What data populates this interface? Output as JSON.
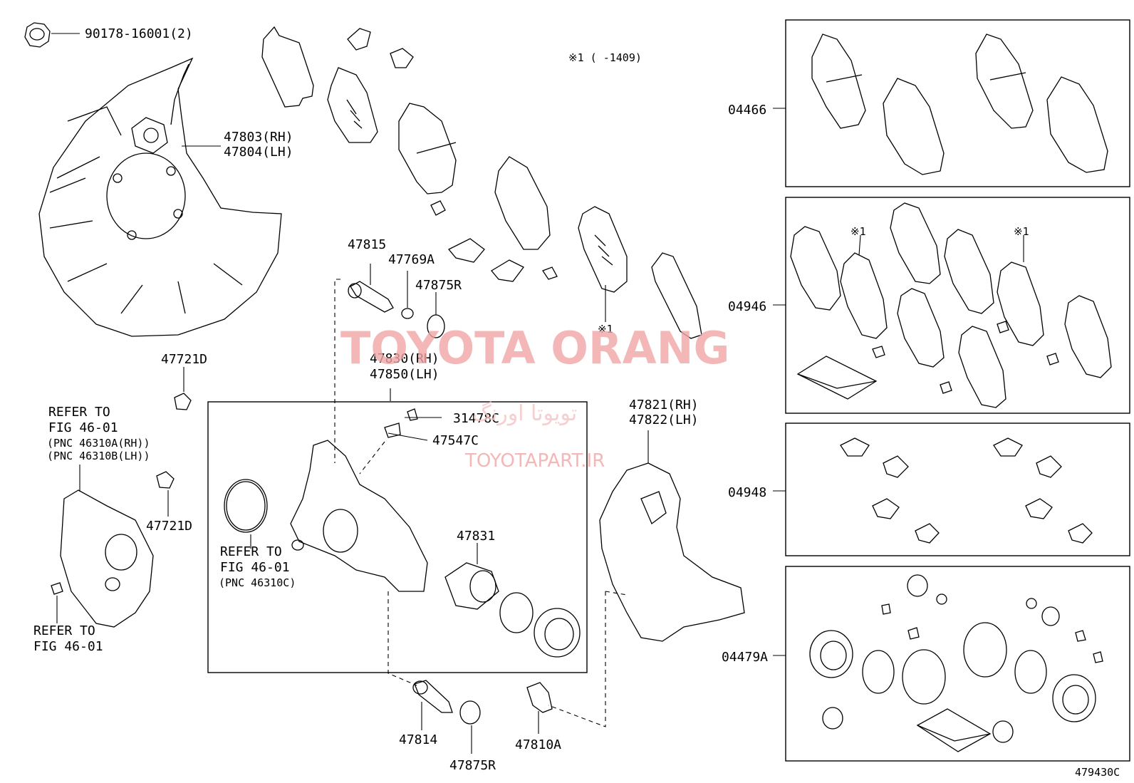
{
  "diagram": {
    "figure_code": "479430C",
    "note": "※1 (      -1409)",
    "kit_marks": [
      "※1",
      "※1",
      "※1"
    ],
    "part_numbers": {
      "nut": "90178-16001(2)",
      "dust_cover_rh": "47803(RH)",
      "dust_cover_lh": "47804(LH)",
      "pin_upper": "47815",
      "bush_upper": "47769A",
      "boot_upper": "47875R",
      "cylinder_rh": "47830(RH)",
      "cylinder_lh": "47850(LH)",
      "bleeder_cap": "31478C",
      "bleeder_plug": "47547C",
      "bolt_a": "47721D",
      "bolt_b": "47721D",
      "piston": "47831",
      "mounting_rh": "47821(RH)",
      "mounting_lh": "47822(LH)",
      "pin_lower": "47814",
      "boot_lower": "47875R",
      "bolt_lower": "47810A"
    },
    "references": {
      "ref1_line1": "REFER TO",
      "ref1_line2": "FIG 46-01",
      "ref1_line3": "(PNC 46310A(RH))",
      "ref1_line4": "(PNC 46310B(LH))",
      "ref2_line1": "REFER TO",
      "ref2_line2": "FIG 46-01",
      "ref2_line3": "(PNC 46310C)",
      "ref3_line1": "REFER TO",
      "ref3_line2": "FIG 46-01"
    },
    "kits": [
      "04466",
      "04946",
      "04948",
      "04479A"
    ]
  },
  "watermark": {
    "brand": "TOYOTA ORANG",
    "persian": "تویوتا اورنگ",
    "site": "TOYOTAPART.IR",
    "color": "#f2a6a6"
  }
}
